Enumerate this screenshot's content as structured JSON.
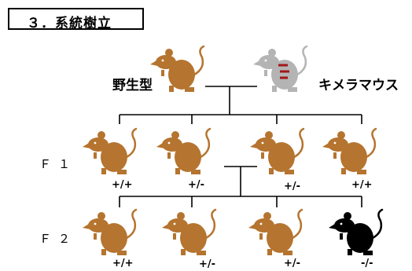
{
  "title": "３．系統樹立",
  "parents": {
    "wild_type_label": "野生型",
    "chimera_label": "キメラマウス"
  },
  "generations": {
    "f1_label": "Ｆ１",
    "f2_label": "Ｆ２"
  },
  "f1_genotypes": [
    "+/+",
    "+/-",
    "+/-",
    "+/+"
  ],
  "f2_genotypes": [
    "+/+",
    "+/-",
    "+/-",
    "-/-"
  ],
  "colors": {
    "wild_type_mouse": "#b5742f",
    "chimera_mouse": "#b4b4b4",
    "chimera_marks": "#a01818",
    "knockout_mouse": "#000000",
    "lines": "#000000"
  }
}
